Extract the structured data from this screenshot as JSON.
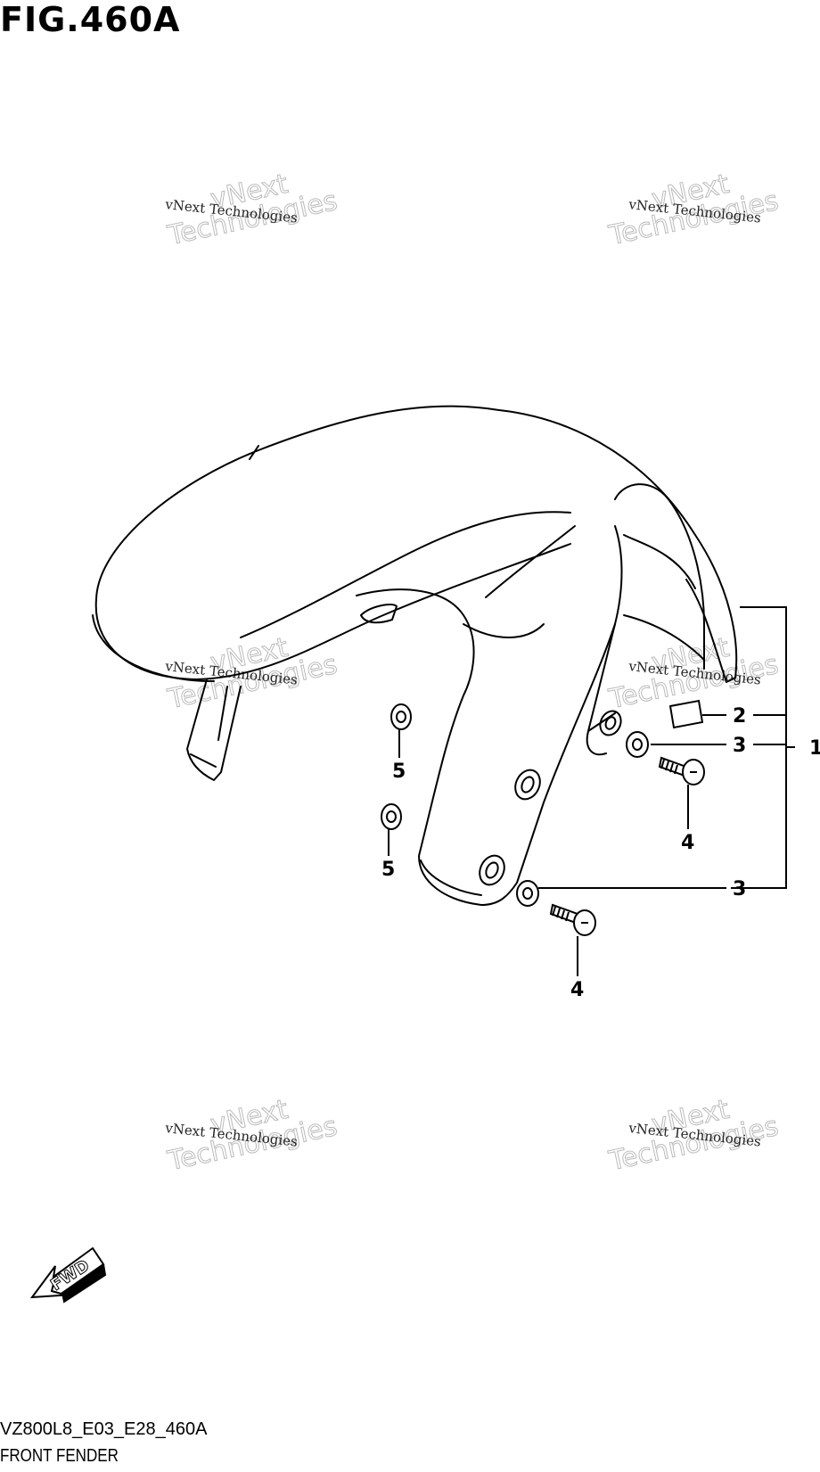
{
  "figure": {
    "title": "FIG.460A",
    "code": "VZ800L8_E03_E28_460A",
    "name": "FRONT FENDER"
  },
  "callouts": {
    "c1": "1",
    "c2": "2",
    "c3a": "3",
    "c3b": "3",
    "c4a": "4",
    "c4b": "4",
    "c5a": "5",
    "c5b": "5"
  },
  "fwd_label": "FWD",
  "watermark": {
    "small": "vNext Technologies",
    "line1": "vNext",
    "line2": "Technologies"
  }
}
